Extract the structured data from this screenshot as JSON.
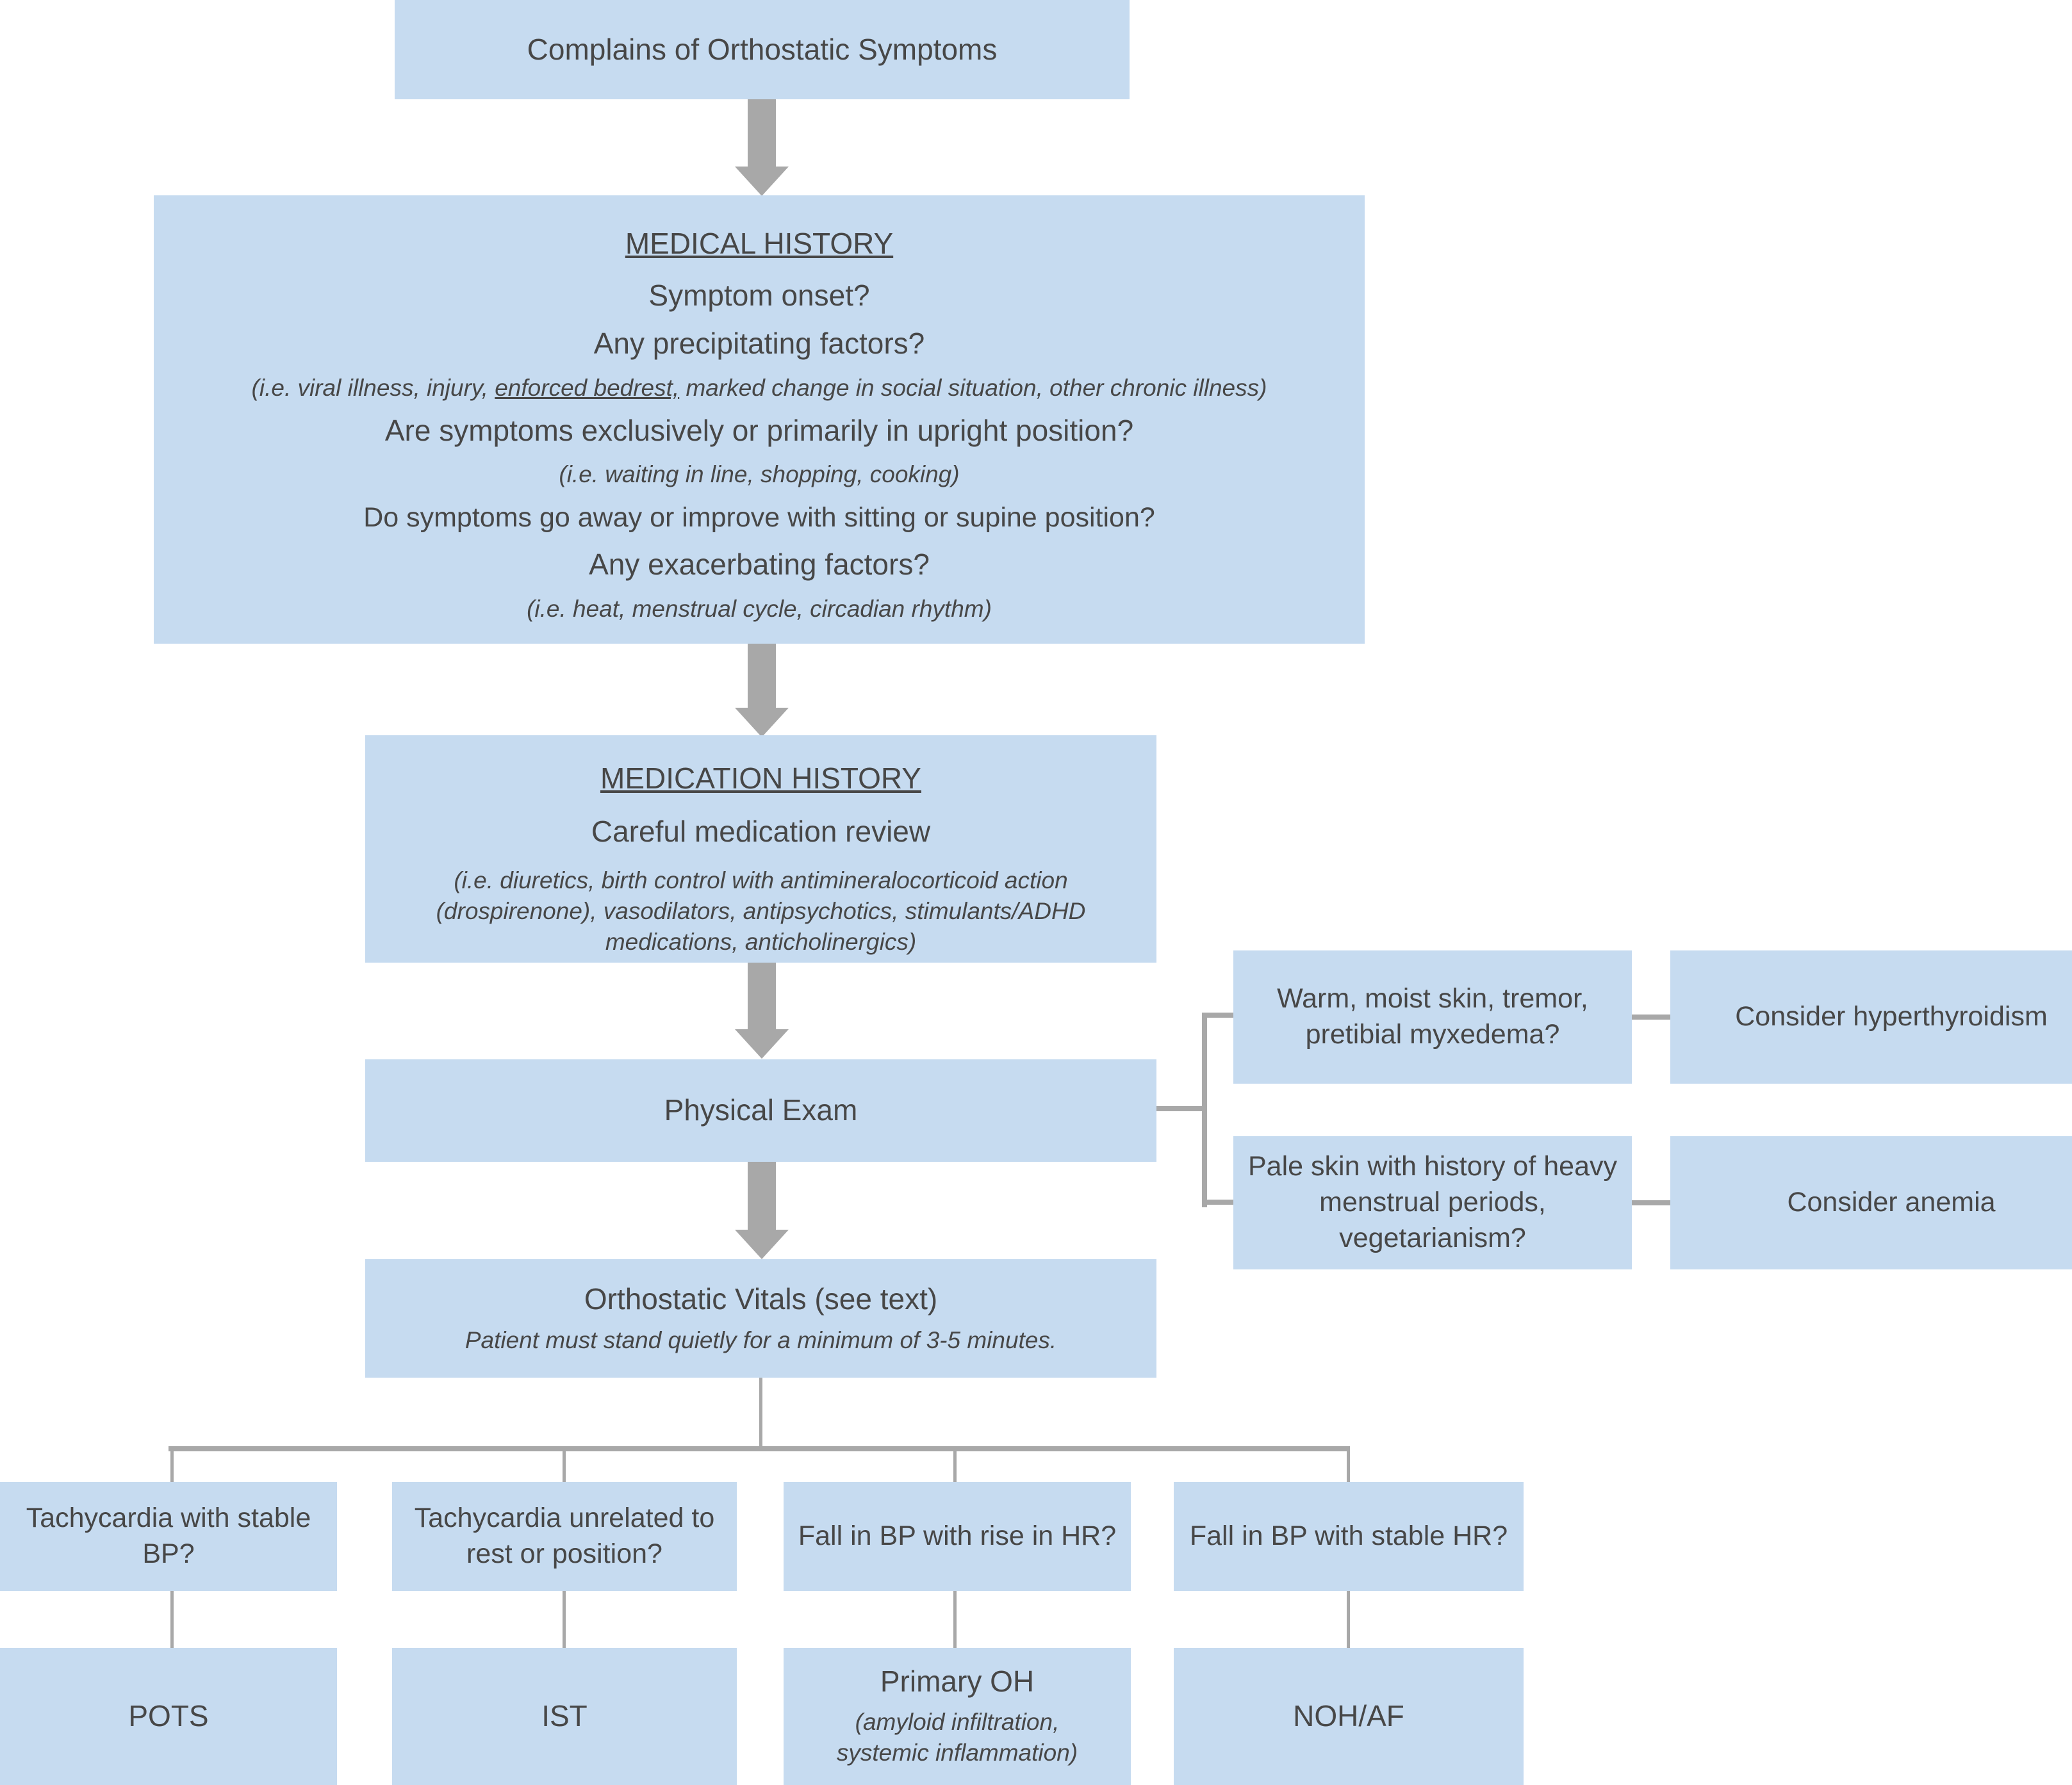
{
  "diagram": {
    "title": "Orthostatic Symptoms Evaluation Flowchart",
    "colors": {
      "box_fill": "#c6dbf0",
      "text": "#474747",
      "connector": "#a8a8a8",
      "background": "#ffffff"
    },
    "nodes": {
      "complaint": {
        "label": "Complains of Orthostatic Symptoms"
      },
      "medical_history": {
        "heading": "MEDICAL HISTORY",
        "lines": [
          "Symptom onset?",
          "Any precipitating factors?"
        ],
        "example1_pre": "(i.e. viral illness, injury, ",
        "example1_underlined": "enforced bedrest,",
        "example1_post": " marked change in social situation, other chronic illness)",
        "line3": "Are symptoms exclusively or primarily in upright position?",
        "example2": "(i.e. waiting in line, shopping, cooking)",
        "line4": "Do symptoms go away or improve with sitting or supine position?",
        "line5": "Any exacerbating factors?",
        "example3": "(i.e. heat, menstrual cycle, circadian rhythm)"
      },
      "medication_history": {
        "heading": "MEDICATION HISTORY",
        "line1": "Careful medication review",
        "example_l1": "(i.e. diuretics, birth control with antimineralocorticoid action",
        "example_l2": "(drospirenone), vasodilators, antipsychotics, stimulants/ADHD",
        "example_l3": "medications, anticholinergics)"
      },
      "physical_exam": {
        "label": "Physical Exam"
      },
      "hyperthyroid_question": {
        "label": "Warm, moist skin, tremor, pretibial myxedema?"
      },
      "hyperthyroid_result": {
        "label": "Consider hyperthyroidism"
      },
      "anemia_question": {
        "label": "Pale skin with history of heavy menstrual periods, vegetarianism?"
      },
      "anemia_result": {
        "label": "Consider anemia"
      },
      "orthostatic_vitals": {
        "title": "Orthostatic Vitals (see text)",
        "note": "Patient must stand quietly for a minimum of 3-5 minutes."
      },
      "branches": [
        {
          "question": "Tachycardia with stable BP?",
          "result": "POTS",
          "result_note": ""
        },
        {
          "question": "Tachycardia unrelated to rest or position?",
          "result": "IST",
          "result_note": ""
        },
        {
          "question": "Fall in BP with rise in HR?",
          "result": "Primary OH",
          "result_note_l1": "(amyloid infiltration,",
          "result_note_l2": "systemic inflammation)"
        },
        {
          "question": "Fall in BP with stable HR?",
          "result": "NOH/AF",
          "result_note": ""
        }
      ]
    }
  }
}
